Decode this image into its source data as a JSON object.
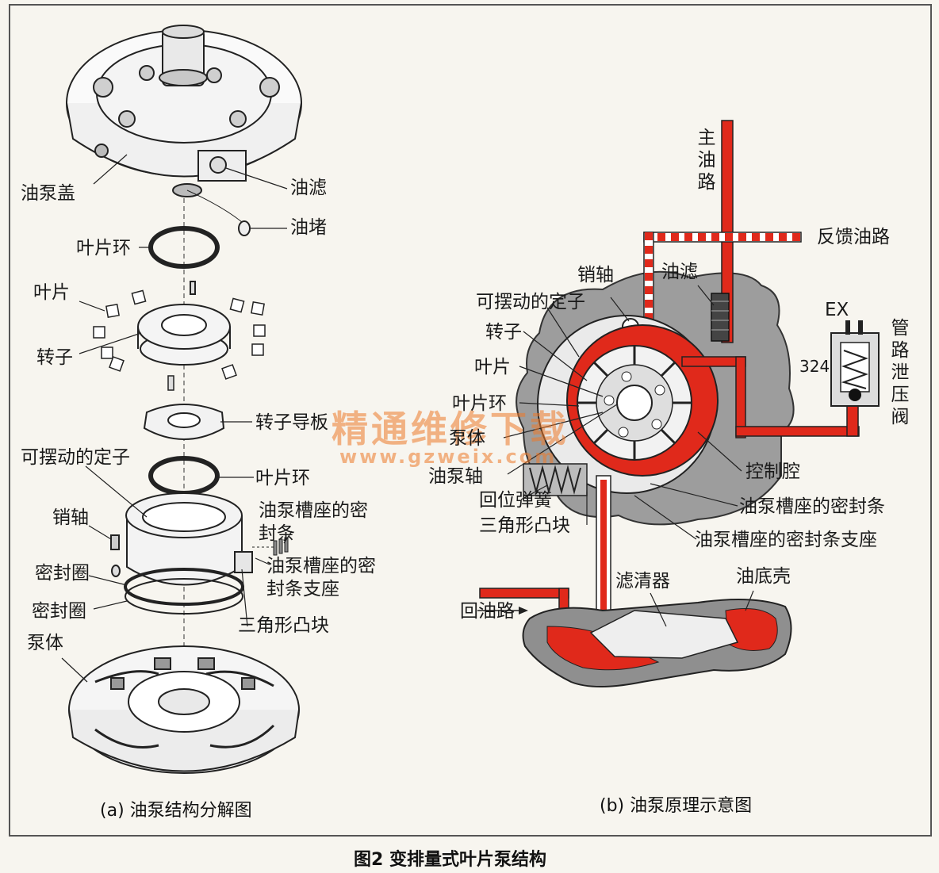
{
  "figure_title": "图2 变排量式叶片泵结构",
  "panel_a": {
    "caption": "(a) 油泵结构分解图",
    "labels": {
      "pump_cover": "油泵盖",
      "oil_filter": "油滤",
      "oil_plug": "油堵",
      "vane_ring_top": "叶片环",
      "vane": "叶片",
      "rotor": "转子",
      "rotor_guide_plate": "转子导板",
      "slide_stator": "可摆动的定子",
      "vane_ring_bottom": "叶片环",
      "pivot_pin": "销轴",
      "slide_seal": "油泵槽座的密封条",
      "seal_ring_1": "密封圈",
      "seal_support": "油泵槽座的密封条支座",
      "seal_ring_2": "密封圈",
      "triangle_boss": "三角形凸块",
      "pump_body": "泵体"
    }
  },
  "panel_b": {
    "caption": "(b) 油泵原理示意图",
    "labels": {
      "main_line": "主油路",
      "feedback_line": "反馈油路",
      "pivot_pin": "销轴",
      "oil_filter": "油滤",
      "slide_stator": "可摆动的定子",
      "rotor": "转子",
      "ex": "EX",
      "relief_valve": "管路泄压阀",
      "valve_number": "324",
      "vane": "叶片",
      "vane_ring": "叶片环",
      "pump_body": "泵体",
      "pump_shaft": "油泵轴",
      "control_chamber": "控制腔",
      "slide_seal": "油泵槽座的密封条",
      "return_spring": "回位弹簧",
      "triangle_boss": "三角形凸块",
      "seal_support": "油泵槽座的密封条支座",
      "strainer": "滤清器",
      "oil_pan": "油底壳",
      "return_line": "回油路"
    }
  },
  "watermark": {
    "text": "精通维修下载",
    "url": "www.gzweix.com"
  },
  "colors": {
    "oil_red": "#e0291b",
    "metal_gray": "#9a9a9a",
    "frame": "#555555"
  }
}
